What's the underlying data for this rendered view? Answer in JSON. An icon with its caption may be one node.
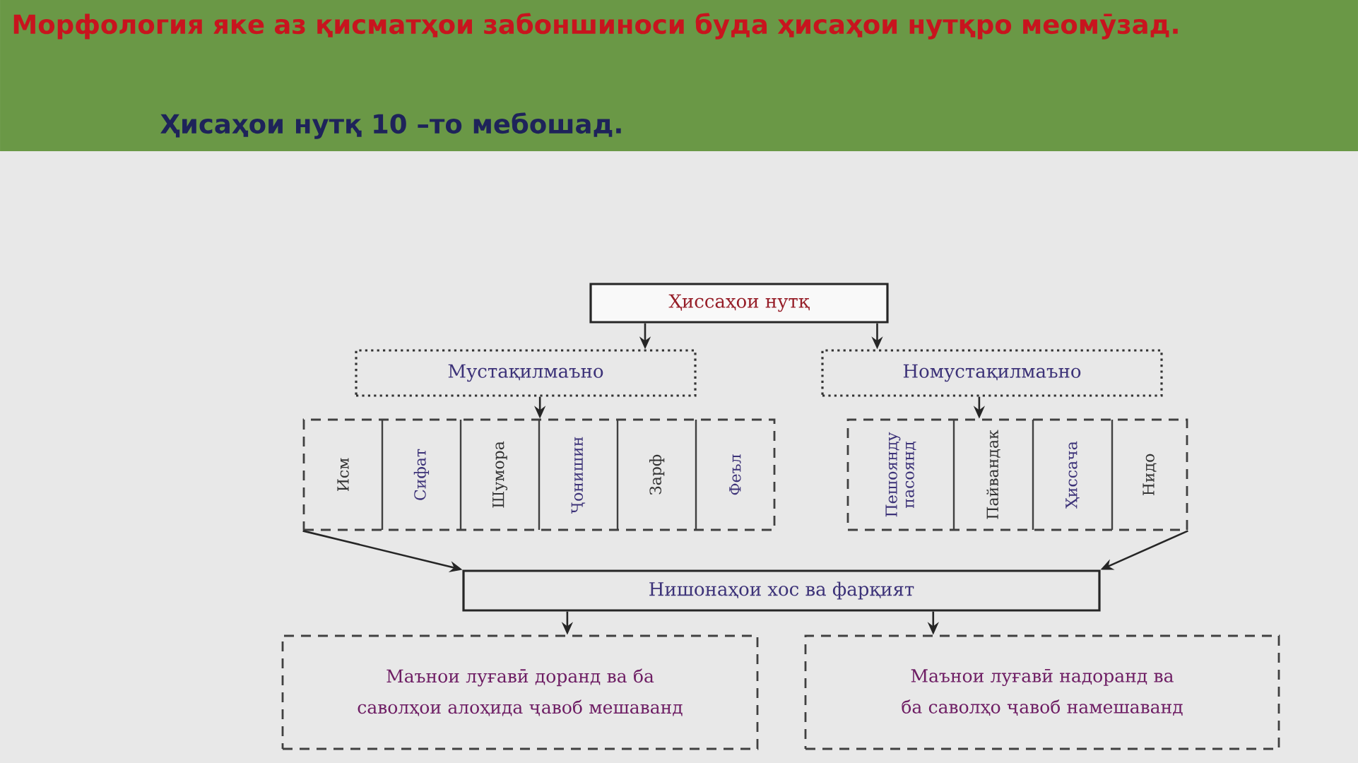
{
  "diagram": {
    "title": "Морфология яке аз қисматҳои забоншиноси буда ҳисаҳои нутқро меомӯзад.",
    "nodes": [
      {
        "text": [
          "Ҳиссаҳои нутқ"
        ]
      },
      {
        "text": [
          "Мустақилмаъно"
        ]
      },
      {
        "text": [
          "Номустақилмаъно"
        ]
      },
      {
        "text": [],
        "shape": "box"
      },
      {
        "text": [
          "Исм"
        ],
        "in": 3
      },
      {
        "text": [
          "Сифат"
        ],
        "in": 3
      },
      {
        "text": [
          "Шумора"
        ],
        "in": 3
      },
      {
        "text": [
          "Ҷонишин"
        ],
        "in": 3
      },
      {
        "text": [
          "Зарф"
        ],
        "in": 3
      },
      {
        "text": [
          "Феъл"
        ],
        "in": 3
      },
      {
        "text": [],
        "shape": "box"
      },
      {
        "text": [
          "Пешоянду пасоянд"
        ],
        "in": 10
      },
      {
        "text": [
          "Пайвандак"
        ],
        "in": 10
      },
      {
        "text": [
          "Ҳиссача"
        ],
        "in": 10
      },
      {
        "text": [
          "Нидо"
        ],
        "in": 10
      },
      {
        "text": [
          "Нишонаҳои хос ва фарқият"
        ]
      },
      {
        "text": [
          "Маънои луғавӣ доранд ва ба саволҳои алоҳида ҷавоб мешаванд"
        ]
      },
      {
        "text": [
          "Маънои луғавӣ надоранд ва ба саволҳо ҷавоб намешаванд"
        ]
      }
    ],
    "edges": [
      {
        "from": 0,
        "to": 1,
        "arrow": "to"
      },
      {
        "from": 0,
        "to": 2,
        "arrow": "to"
      },
      {
        "from": 1,
        "to": 3,
        "arrow": "to"
      },
      {
        "from": 2,
        "to": 10,
        "arrow": "to"
      },
      {
        "from": 3,
        "to": 15,
        "arrow": "to"
      },
      {
        "from": 10,
        "to": 15,
        "arrow": "to"
      },
      {
        "from": 15,
        "to": 16,
        "arrow": "to"
      },
      {
        "from": 15,
        "to": 17,
        "arrow": "to"
      }
    ],
    "labels": [
      "Ҳисаҳои нутқ 10 –то мебошад."
    ]
  }
}
